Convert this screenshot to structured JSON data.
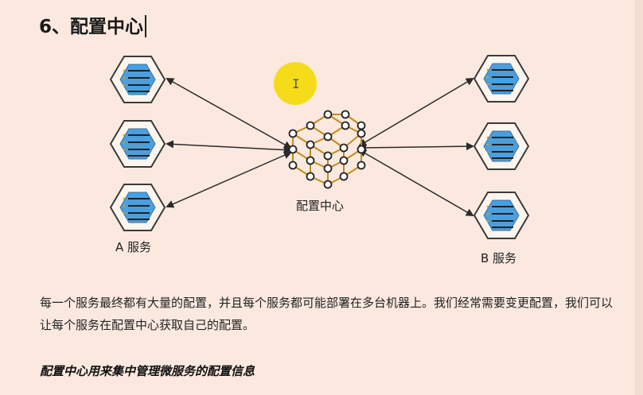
{
  "heading": "6、配置中心",
  "diagram": {
    "center_label": "配置中心",
    "group_a_label": "A 服务",
    "group_b_label": "B 服务",
    "colors": {
      "hex_fill": "#4a9fe0",
      "outline": "#3a3a3a",
      "cube_edge": "#c48a1a",
      "arrow": "#2a2a2a"
    },
    "icons": [
      "service-hexagon-icon",
      "config-cube-icon"
    ]
  },
  "paragraph": "每一个服务最终都有大量的配置，并且每个服务都可能部署在多台机器上。我们经常需要变更配置，我们可以让每个服务在配置中心获取自己的配置。",
  "emphasis": "配置中心用来集中管理微服务的配置信息",
  "cursor": {
    "color": "#f5dc1a"
  }
}
